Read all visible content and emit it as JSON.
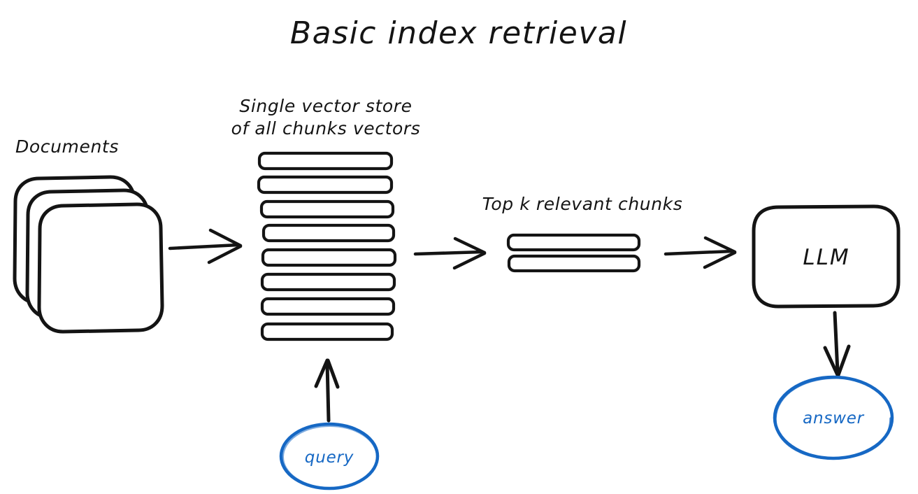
{
  "title": "Basic index retrieval",
  "labels": {
    "documents": "Documents",
    "vector_store_line1": "Single vector store",
    "vector_store_line2": "of all chunks vectors",
    "top_k": "Top k relevant chunks"
  },
  "nodes": {
    "llm": "LLM",
    "query": "query",
    "answer": "answer"
  },
  "colors": {
    "ink": "#141414",
    "accent_blue": "#1668c4",
    "background": "#ffffff"
  },
  "structure": {
    "documents_card_count": 3,
    "vector_store_chunk_count": 8,
    "top_k_chunk_count": 2,
    "arrow_count": 5
  },
  "icons": {
    "arrow_right": "arrow-right-icon",
    "arrow_up": "arrow-up-icon",
    "arrow_down": "arrow-down-icon"
  }
}
